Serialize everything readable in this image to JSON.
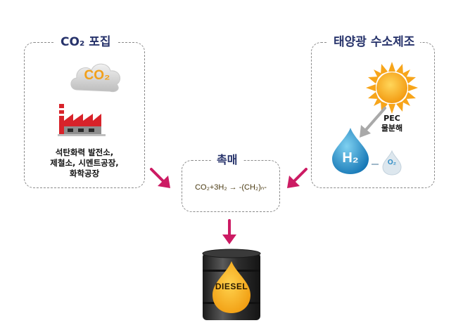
{
  "capture": {
    "title": "CO₂ 포집",
    "cloud_label": "CO₂",
    "source_line1": "석탄화력 발전소,",
    "source_line2": "제철소, 시멘트공장,",
    "source_line3": "화학공장"
  },
  "solar": {
    "title": "태양광 수소제조",
    "pec_line1": "PEC",
    "pec_line2": "물분해",
    "h2_label": "H₂",
    "o2_label": "O₂"
  },
  "catalyst": {
    "title": "촉매",
    "reaction": "CO₂+3H₂ → -(CH₂)ₙ-"
  },
  "product": {
    "barrel_label": "DIESEL"
  },
  "colors": {
    "box_title": "#27336b",
    "arrow": "#cc1b63",
    "sun": "#f7a51a",
    "water_drop": "#2ea3d6",
    "factory_red": "#d8232a",
    "diesel_drop": "#f6b21c",
    "barrel": "#2a2a2a"
  }
}
